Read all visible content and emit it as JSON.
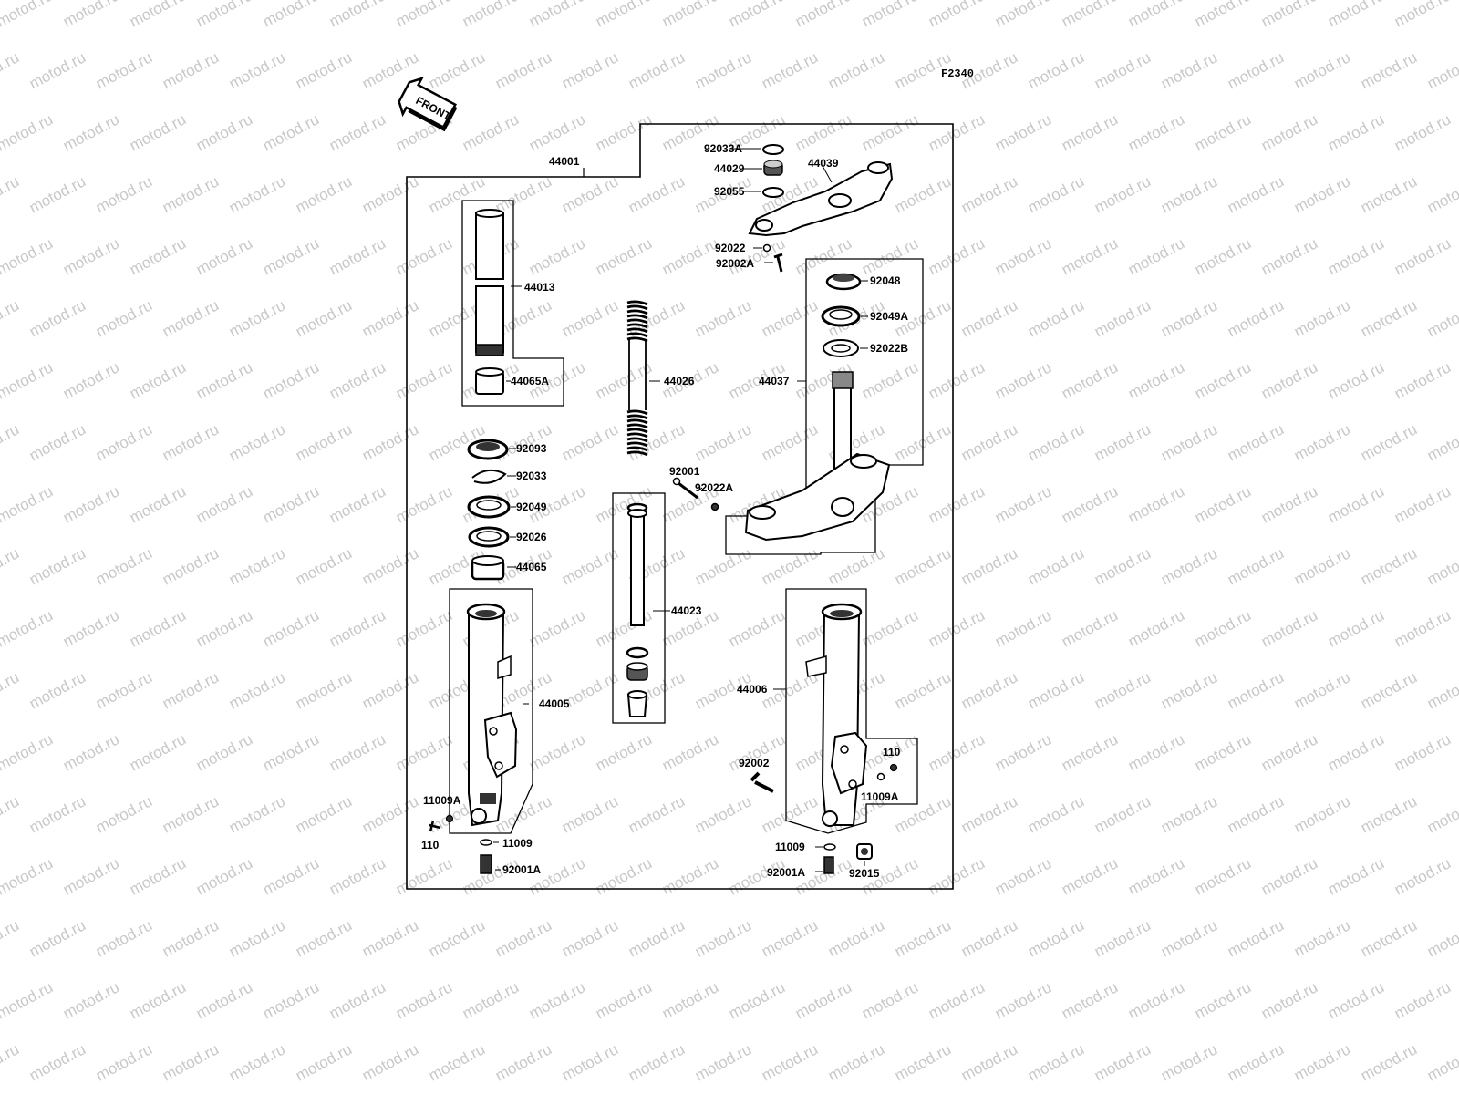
{
  "diagram": {
    "figure_ref": "F2340",
    "front_label": "FRONT",
    "watermark_text": "motod.ru",
    "labels": {
      "l44001": "44001",
      "l92033A": "92033A",
      "l44029": "44029",
      "l92055": "92055",
      "l44039": "44039",
      "l92022": "92022",
      "l92002A": "92002A",
      "l44013": "44013",
      "l44065A": "44065A",
      "l44026": "44026",
      "l92048": "92048",
      "l92049A": "92049A",
      "l92022B": "92022B",
      "l44037": "44037",
      "l92093": "92093",
      "l92033": "92033",
      "l92049": "92049",
      "l92026": "92026",
      "l44065": "44065",
      "l92001": "92001",
      "l92022A": "92022A",
      "l44023": "44023",
      "l44005": "44005",
      "l44006": "44006",
      "l92002": "92002",
      "l110r": "110",
      "l11009Ar": "11009A",
      "l11009Al": "11009A",
      "l110l": "110",
      "l11009l": "11009",
      "l92001Al": "92001A",
      "l11009r": "11009",
      "l92001Ar": "92001A",
      "l92015": "92015"
    }
  }
}
